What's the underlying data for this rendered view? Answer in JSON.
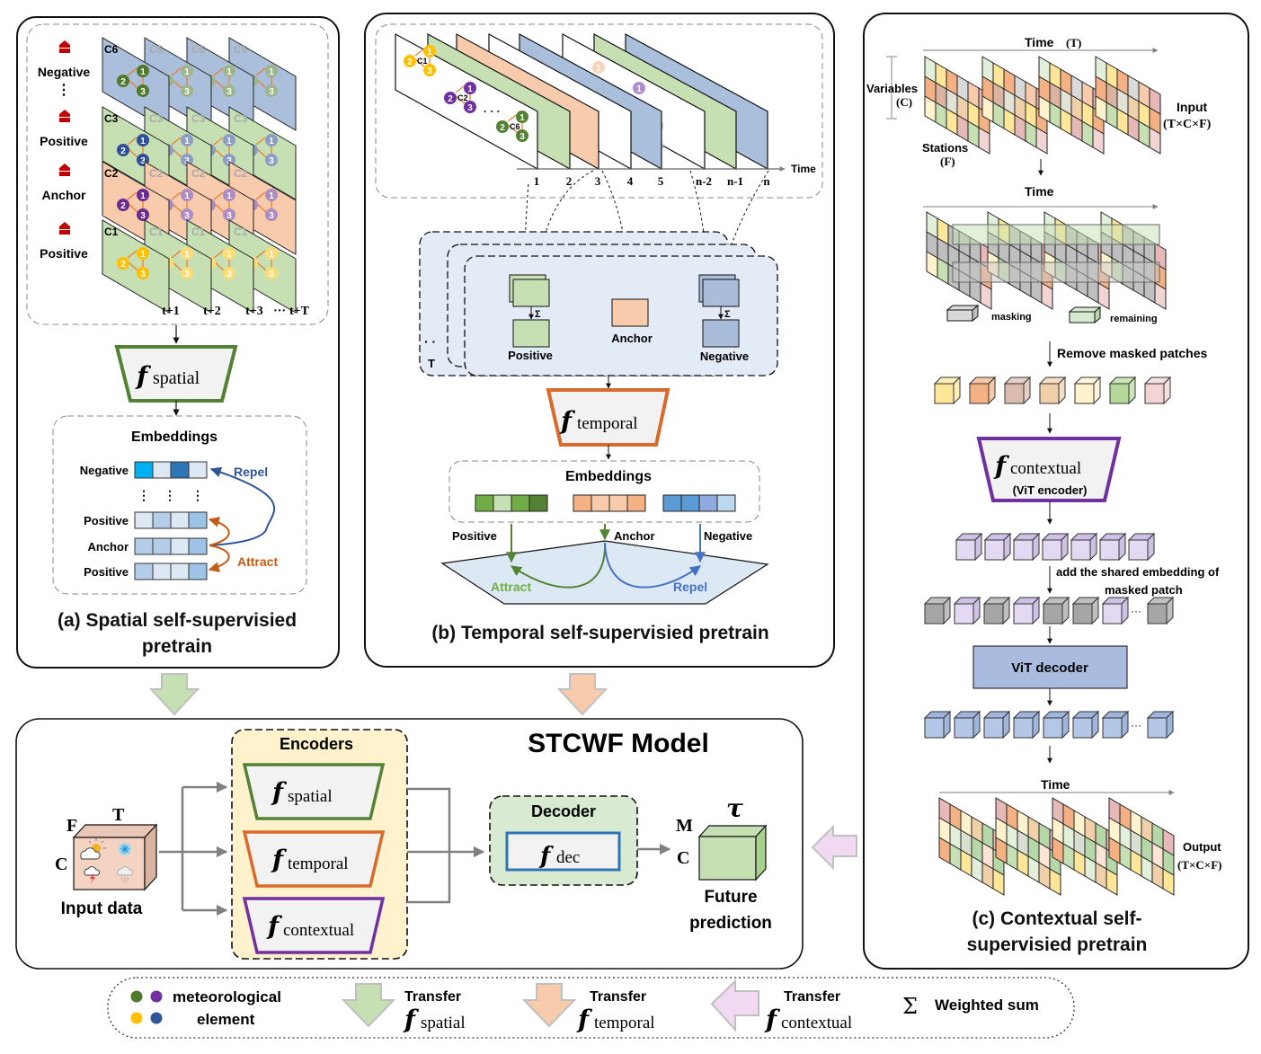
{
  "panel_a": {
    "caption_line1": "(a) Spatial self-supervisied",
    "caption_line2": "pretrain",
    "rows": [
      {
        "role": "Negative",
        "cluster": "C6",
        "plane_color": "#a9bfdc",
        "node_color": "#4f7a2c"
      },
      {
        "role": "Positive",
        "cluster": "C3",
        "plane_color": "#c6e0b4",
        "node_color": "#2f4f96"
      },
      {
        "role": "Anchor",
        "cluster": "C2",
        "plane_color": "#f8cbad",
        "node_color": "#6a2c91"
      },
      {
        "role": "Positive",
        "cluster": "C1",
        "plane_color": "#c6e0b4",
        "node_color": "#ffc000"
      }
    ],
    "vdots": "⋮",
    "nodes": [
      "1",
      "2",
      "3"
    ],
    "time_ticks": [
      "t+1",
      "t+2",
      "t+3",
      "···",
      "t+T"
    ],
    "encoder": {
      "f": "f",
      "sub": "spatial",
      "border": "#548235"
    },
    "embeddings": {
      "title": "Embeddings",
      "rows": [
        {
          "label": "Negative",
          "cells": [
            "#00b0f0",
            "#dde8f5",
            "#2e75b6",
            "#dde8f5"
          ]
        },
        {
          "label": "Positive",
          "cells": [
            "#dde8f5",
            "#b4cde8",
            "#dde8f5",
            "#9dc3e6"
          ]
        },
        {
          "label": "Anchor",
          "cells": [
            "#b4cde8",
            "#b4cde8",
            "#dde8f5",
            "#9dc3e6"
          ]
        },
        {
          "label": "Positive",
          "cells": [
            "#b4cde8",
            "#dde8f5",
            "#dde8f5",
            "#9dc3e6"
          ]
        }
      ],
      "repel": "Repel",
      "attract": "Attract",
      "repel_color": "#2f5597",
      "attract_color": "#c55a11"
    }
  },
  "panel_b": {
    "caption": "(b) Temporal self-supervisied pretrain",
    "frames": [
      {
        "tick": "1",
        "color": "#ffffff"
      },
      {
        "tick": "2",
        "color": "#c6e0b4"
      },
      {
        "tick": "3",
        "color": "#f8cbad"
      },
      {
        "tick": "4",
        "color": "#ffffff"
      },
      {
        "tick": "5",
        "color": "#a9bfdc"
      },
      {
        "tick": "n-2",
        "color": "#ffffff"
      },
      {
        "tick": "n-1",
        "color": "#c6e0b4"
      },
      {
        "tick": "n",
        "color": "#a9bfdc"
      }
    ],
    "clusters": [
      "C1",
      "C2",
      "C6"
    ],
    "ellipsis": "· · ·",
    "time_label": "Time",
    "stack_label": "T",
    "sigma": "Σ",
    "boxes": {
      "positive": "Positive",
      "anchor": "Anchor",
      "negative": "Negative"
    },
    "encoder": {
      "f": "f",
      "sub": "temporal",
      "border": "#d86a2c"
    },
    "embeddings": {
      "title": "Embeddings",
      "positive": {
        "label": "Positive",
        "cells": [
          "#70ad47",
          "#c6e0b4",
          "#70ad47",
          "#548235"
        ]
      },
      "anchor": {
        "label": "Anchor",
        "cells": [
          "#f4b183",
          "#f8cbad",
          "#f8cbad",
          "#f4b183"
        ]
      },
      "negative": {
        "label": "Negative",
        "cells": [
          "#5b9bd5",
          "#5b9bd5",
          "#8faadc",
          "#bdd7ee"
        ]
      }
    },
    "attract": "Attract",
    "repel": "Repel"
  },
  "panel_c": {
    "caption_line1": "(c) Contextual self-",
    "caption_line2": "supervisied pretrain",
    "time_T": "Time",
    "time_T_sym": "(T)",
    "variables": "Variables",
    "variables_sym": "(C)",
    "stations": "Stations",
    "stations_sym": "(F)",
    "input_label": "Input",
    "input_dims": "(T×C×F)",
    "time2": "Time",
    "masking": "masking",
    "remaining": "remaining",
    "remove_step": "Remove masked patches",
    "patch_colors": [
      "#ffe699",
      "#f4b183",
      "#dbbcae",
      "#f0d0a8",
      "#fff2cc",
      "#b4d89a",
      "#f2d4d4"
    ],
    "encoder": {
      "f": "f",
      "sub": "contextual",
      "note": "(ViT encoder)",
      "border": "#7030a0"
    },
    "encoded_count": 7,
    "add_step_line1": "add the shared embedding of",
    "add_step_line2": "masked patch",
    "mixed_pattern": [
      "gray",
      "lavender",
      "gray",
      "lavender",
      "gray",
      "gray",
      "lavender",
      "gray"
    ],
    "decoder_label": "ViT decoder",
    "decoded_count": 8,
    "dots": "···",
    "time3": "Time",
    "output_label": "Output",
    "output_dims": "(T×C×F)"
  },
  "model": {
    "title": "STCWF Model",
    "encoders_title": "Encoders",
    "encoders": [
      {
        "f": "f",
        "sub": "spatial",
        "border": "#548235"
      },
      {
        "f": "f",
        "sub": "temporal",
        "border": "#d86a2c"
      },
      {
        "f": "f",
        "sub": "contextual",
        "border": "#7030a0"
      }
    ],
    "input": {
      "label": "Input data",
      "F": "F",
      "T": "T",
      "C": "C",
      "icons": [
        "partly-cloudy-icon",
        "snowflake-icon",
        "thunderstorm-icon",
        "rain-cloud-icon"
      ]
    },
    "decoder": {
      "title": "Decoder",
      "f": "f",
      "sub": "dec"
    },
    "output": {
      "label_line1": "Future",
      "label_line2": "prediction",
      "M": "M",
      "C": "C",
      "tau": "τ"
    }
  },
  "legend": {
    "dots_label_line1": "meteorological",
    "dots_label_line2": "element",
    "dot_colors": [
      "#4f7a2c",
      "#7030a0",
      "#ffc000",
      "#2f5597"
    ],
    "transfer": "Transfer",
    "spatial": "spatial",
    "temporal": "temporal",
    "contextual": "contextual",
    "f": "f",
    "sigma": "Σ",
    "weighted_sum": "Weighted sum"
  },
  "colors": {
    "arrow_spatial": "#c6e0b4",
    "arrow_temporal": "#f8cbad",
    "arrow_contextual": "#f2d9f2",
    "encoders_bg": "#fff2cc",
    "decoder_bg": "#d9ead3",
    "panel_b_stack_bg": "#e3ebf6",
    "vit_decoder_bg": "#a9bce0"
  }
}
